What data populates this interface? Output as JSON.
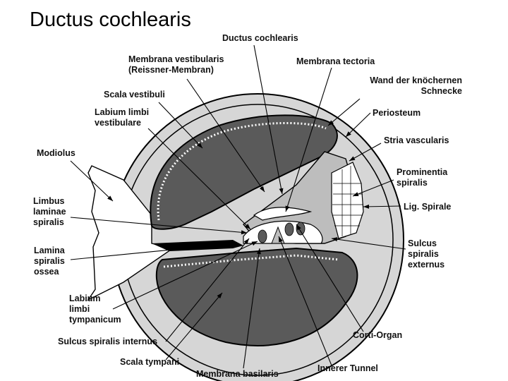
{
  "title": "Ductus cochlearis",
  "labels": {
    "ductus": [
      "Ductus cochlearis"
    ],
    "membrana_vestibularis": [
      "Membrana vestibularis",
      "(Reissner-Membran)"
    ],
    "membrana_tectoria": [
      "Membrana tectoria"
    ],
    "wand": [
      "Wand der knöchernen",
      "Schnecke"
    ],
    "scala_vestibuli": [
      "Scala vestibuli"
    ],
    "labium_vestibulare": [
      "Labium limbi",
      "vestibulare"
    ],
    "periosteum": [
      "Periosteum"
    ],
    "stria": [
      "Stria vascularis"
    ],
    "modiolus": [
      "Modiolus"
    ],
    "prominentia": [
      "Prominentia",
      "spiralis"
    ],
    "lig_spirale": [
      "Lig. Spirale"
    ],
    "limbus": [
      "Limbus",
      "laminae",
      "spiralis"
    ],
    "sulcus_externus": [
      "Sulcus",
      "spiralis",
      "externus"
    ],
    "lamina": [
      "Lamina",
      "spiralis",
      "ossea"
    ],
    "labium_tympanicum": [
      "Labium",
      "limbi",
      "tympanicum"
    ],
    "corti": [
      "Corti-Organ"
    ],
    "sulcus_internus": [
      "Sulcus spiralis internus"
    ],
    "scala_tympani": [
      "Scala tympani"
    ],
    "innerer_tunnel": [
      "Innerer Tunnel"
    ],
    "membrana_basilaris": [
      "Membrana basilaris"
    ]
  },
  "colors": {
    "scala_fill": "#5a5a5a",
    "bone_fill": "#d6d6d6",
    "duct_fill": "#bdbdbd",
    "outline": "#000000",
    "cell_fill": "#ffffff"
  }
}
